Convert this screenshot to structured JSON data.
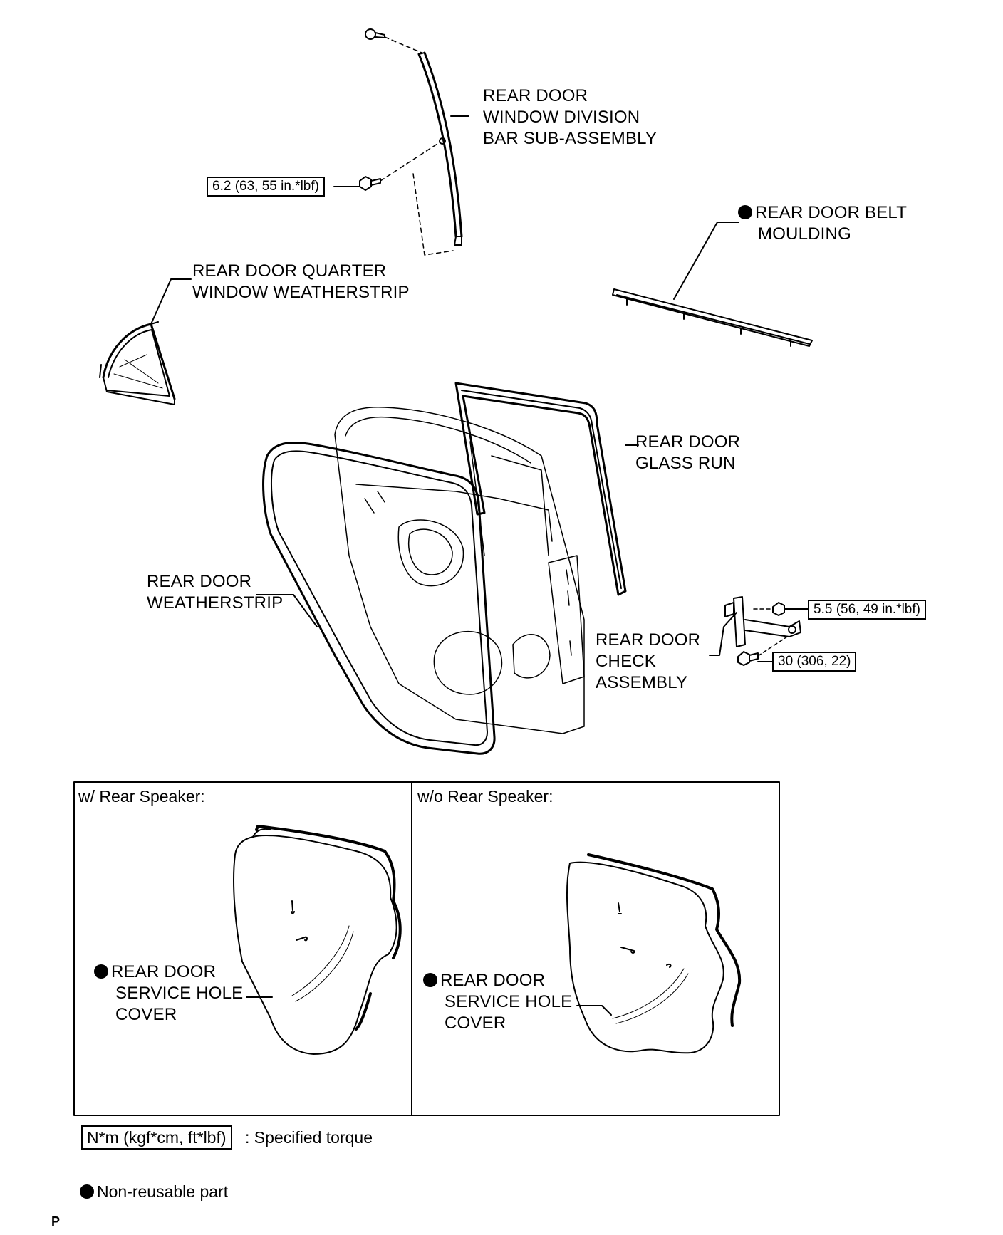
{
  "labels": {
    "division_bar": [
      "REAR DOOR",
      "WINDOW DIVISION",
      "BAR SUB-ASSEMBLY"
    ],
    "belt_moulding": [
      "REAR DOOR BELT",
      "MOULDING"
    ],
    "quarter_weatherstrip": [
      "REAR DOOR QUARTER",
      "WINDOW WEATHERSTRIP"
    ],
    "glass_run": [
      "REAR DOOR",
      "GLASS RUN"
    ],
    "weatherstrip": [
      "REAR DOOR",
      "WEATHERSTRIP"
    ],
    "check_assembly": [
      "REAR DOOR",
      "CHECK",
      "ASSEMBLY"
    ],
    "service_hole_cover_left": [
      "REAR DOOR",
      "SERVICE HOLE",
      "COVER"
    ],
    "service_hole_cover_right": [
      "REAR DOOR",
      "SERVICE HOLE",
      "COVER"
    ]
  },
  "torques": {
    "division_bar_bolt": "6.2 (63, 55 in.*lbf)",
    "check_bolt_upper": "5.5 (56, 49 in.*lbf)",
    "check_bolt_lower": "30 (306, 22)"
  },
  "panels": {
    "left_title": "w/ Rear Speaker:",
    "right_title": "w/o Rear Speaker:"
  },
  "legend": {
    "torque_unit": "N*m (kgf*cm, ft*lbf)",
    "torque_desc": ": Specified torque",
    "non_reusable": "Non-reusable part"
  },
  "corner_mark": "P"
}
